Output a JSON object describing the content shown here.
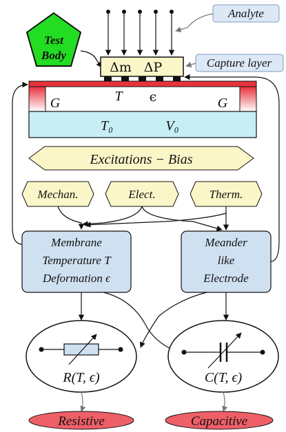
{
  "labels": {
    "analyte": "Analyte",
    "test_body_line1": "Test",
    "test_body_line2": "Body",
    "delta_m": "Δm",
    "delta_p": "ΔP",
    "capture_layer": "Capture layer",
    "g_left": "G",
    "g_right": "G",
    "membrane_t": "T",
    "membrane_eps": "ϵ",
    "substrate_t0": "T₀",
    "substrate_v0": "V₀",
    "excitations_bias": "Excitations − Bias",
    "mechan": "Mechan.",
    "elect": "Elect.",
    "therm": "Therm.",
    "membrane_line1": "Membrane",
    "membrane_line2": "Temperature T",
    "membrane_line3": "Deformation ϵ",
    "meander_line1": "Meander",
    "meander_line2": "like",
    "meander_line3": "Electrode",
    "resistor_label": "R(T, ϵ)",
    "capacitor_label": "C(T, ϵ)",
    "resistive": "Resistive",
    "capacitive": "Capacitive"
  },
  "colors": {
    "test_body_fill": "#22dd22",
    "callout_fill": "#dce8f6",
    "capture_fill": "#fbf6c8",
    "membrane_red": "#e8333c",
    "substrate_fill": "#c6eef4",
    "bias_fill": "#fbf6c8",
    "block_fill": "#cfe0f1",
    "output_fill": "#ee5f68"
  }
}
